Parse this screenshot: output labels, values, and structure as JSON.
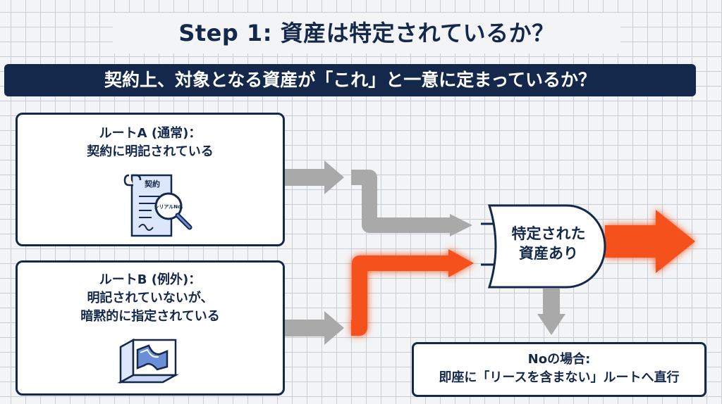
{
  "title": "Step 1: 資産は特定されているか？",
  "banner": "契約上、対象となる資産が「これ」と一意に定まっているか？",
  "route_a": {
    "title": "ルートA (通常)：",
    "description": "契約に明記されている",
    "icon_doc_label": "契約",
    "icon_serial_label": "シリアルNo.",
    "icon": "contract-magnifier-icon"
  },
  "route_b": {
    "title": "ルートB (例外)：",
    "description_lines": [
      "明記されていないが、",
      "暗黙的に指定されている"
    ],
    "icon": "implicit-shape-icon"
  },
  "gate": {
    "label_lines": [
      "特定された",
      "資産あり"
    ]
  },
  "no_case": {
    "title": "Noの場合:",
    "description": "即座に「リースを含まない」ルートへ直行"
  },
  "colors": {
    "navy": "#14284b",
    "accent": "#f4511e",
    "arrow_gray": "#a9a9a9",
    "icon_blue": "#6b8fd6"
  }
}
